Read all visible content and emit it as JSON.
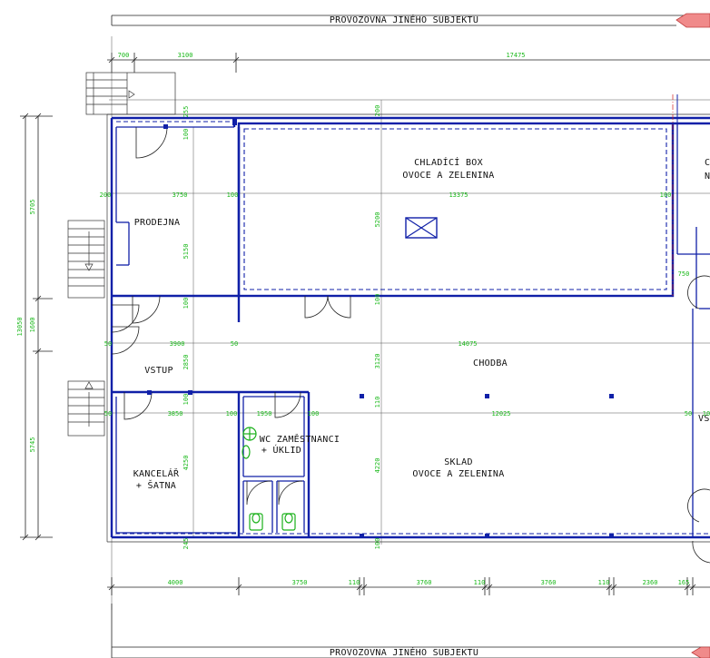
{
  "banner_top": "PROVOZOVNA JINÉHO SUBJEKTU",
  "banner_bottom": "PROVOZOVNA JINÉHO SUBJEKTU",
  "rooms": {
    "chladici_box_line1": "CHLADÍCÍ BOX",
    "chladici_box_line2": "OVOCE A ZELENINA",
    "prodejna": "PRODEJNA",
    "vstup": "VSTUP",
    "chodba": "CHODBA",
    "wc_line1": "WC ZAMĚSTNANCI",
    "wc_line2": "+ ÚKLID",
    "kancelar_line1": "KANCELÁŘ",
    "kancelar_line2": "+ ŠATNA",
    "sklad_line1": "SKLAD",
    "sklad_line2": "OVOCE A ZELENINA",
    "right_cut_1": "C",
    "right_cut_2": "N",
    "right_cut_3": "VS"
  },
  "dimensions": {
    "top": [
      "700",
      "3100",
      "17475"
    ],
    "left_vertical": [
      "13050",
      "5705",
      "1600",
      "5745"
    ],
    "row_chladici": [
      "200",
      "3750",
      "100",
      "13375",
      "100"
    ],
    "row_chodba": [
      "50",
      "3900",
      "50",
      "14075"
    ],
    "row_sklad": [
      "50",
      "3850",
      "100",
      "1950",
      "100",
      "12025",
      "50",
      "10"
    ],
    "vertical_left_col": [
      "255",
      "100",
      "5150",
      "100",
      "2850",
      "100",
      "4250",
      "245"
    ],
    "vertical_mid_col": [
      "200",
      "5200",
      "100",
      "3120",
      "110",
      "4220",
      "100"
    ],
    "bottom": [
      "4000",
      "3750",
      "110",
      "3760",
      "110",
      "3760",
      "110",
      "2360",
      "165"
    ],
    "right_small": "750"
  },
  "colors": {
    "wall": "#1020a8",
    "dimension_text": "#18b818",
    "fixtures": "#19b019",
    "banner_arrow": "#e87070"
  }
}
